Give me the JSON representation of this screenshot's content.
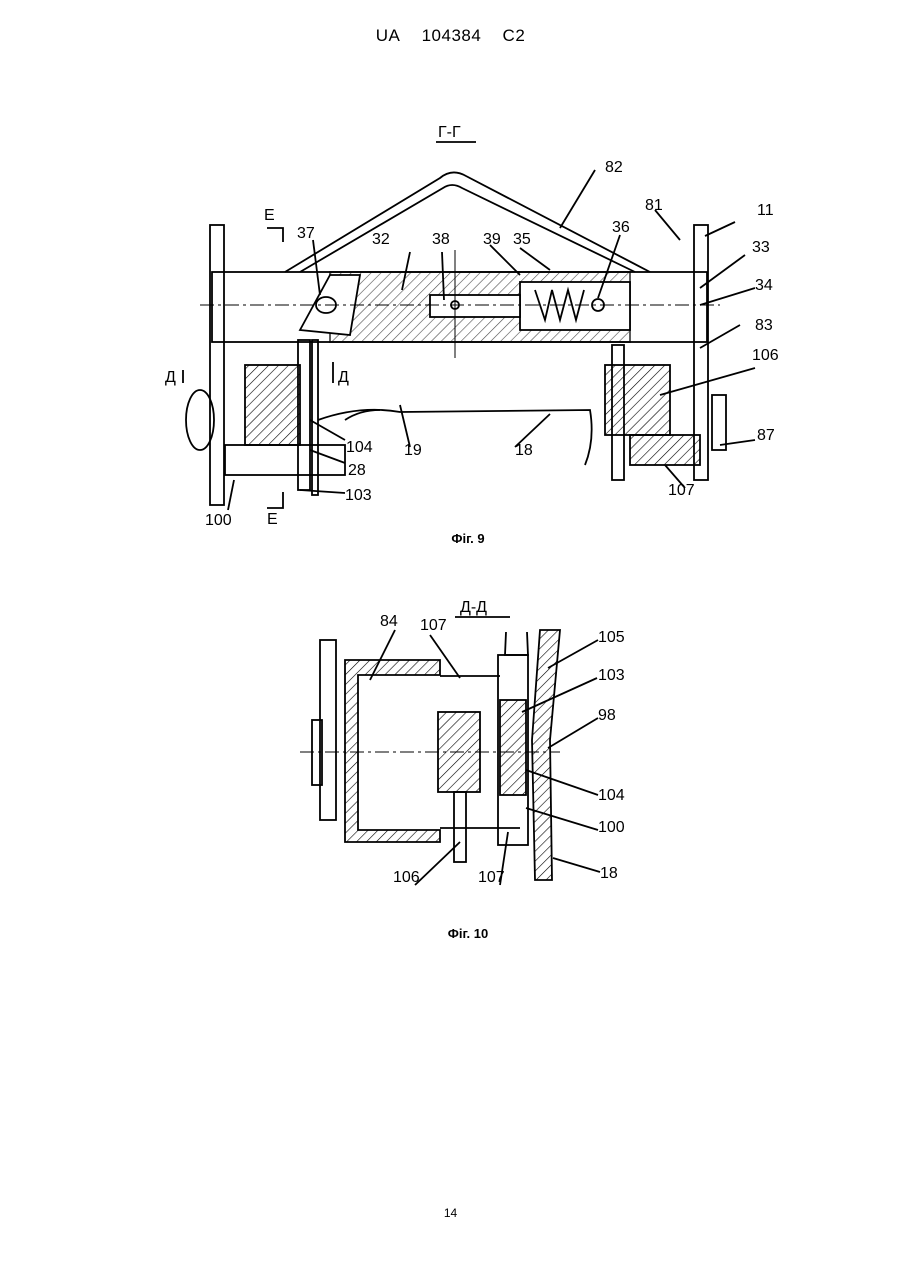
{
  "header": {
    "country": "UA",
    "number": "104384",
    "kind": "C2"
  },
  "figure9": {
    "section": "Г-Г",
    "caption": "Фіг. 9",
    "labels": {
      "l82": "82",
      "l81": "81",
      "l11": "11",
      "l33": "33",
      "l34": "34",
      "l83": "83",
      "l106": "106",
      "l87": "87",
      "l107": "107",
      "l37": "37",
      "l32": "32",
      "l38": "38",
      "l39": "39",
      "l35": "35",
      "l36": "36",
      "lE_top": "E",
      "lE_bottom": "E",
      "lD_left": "Д",
      "lD_mid": "Д",
      "l104": "104",
      "l28": "28",
      "l103": "103",
      "l100": "100",
      "l19": "19",
      "l18": "18"
    }
  },
  "figure10": {
    "section": "Д-Д",
    "caption": "Фіг. 10",
    "labels": {
      "l84": "84",
      "l107a": "107",
      "l105": "105",
      "l103": "103",
      "l98": "98",
      "l104": "104",
      "l100": "100",
      "l18": "18",
      "l106": "106",
      "l107b": "107"
    }
  },
  "page_number": "14"
}
